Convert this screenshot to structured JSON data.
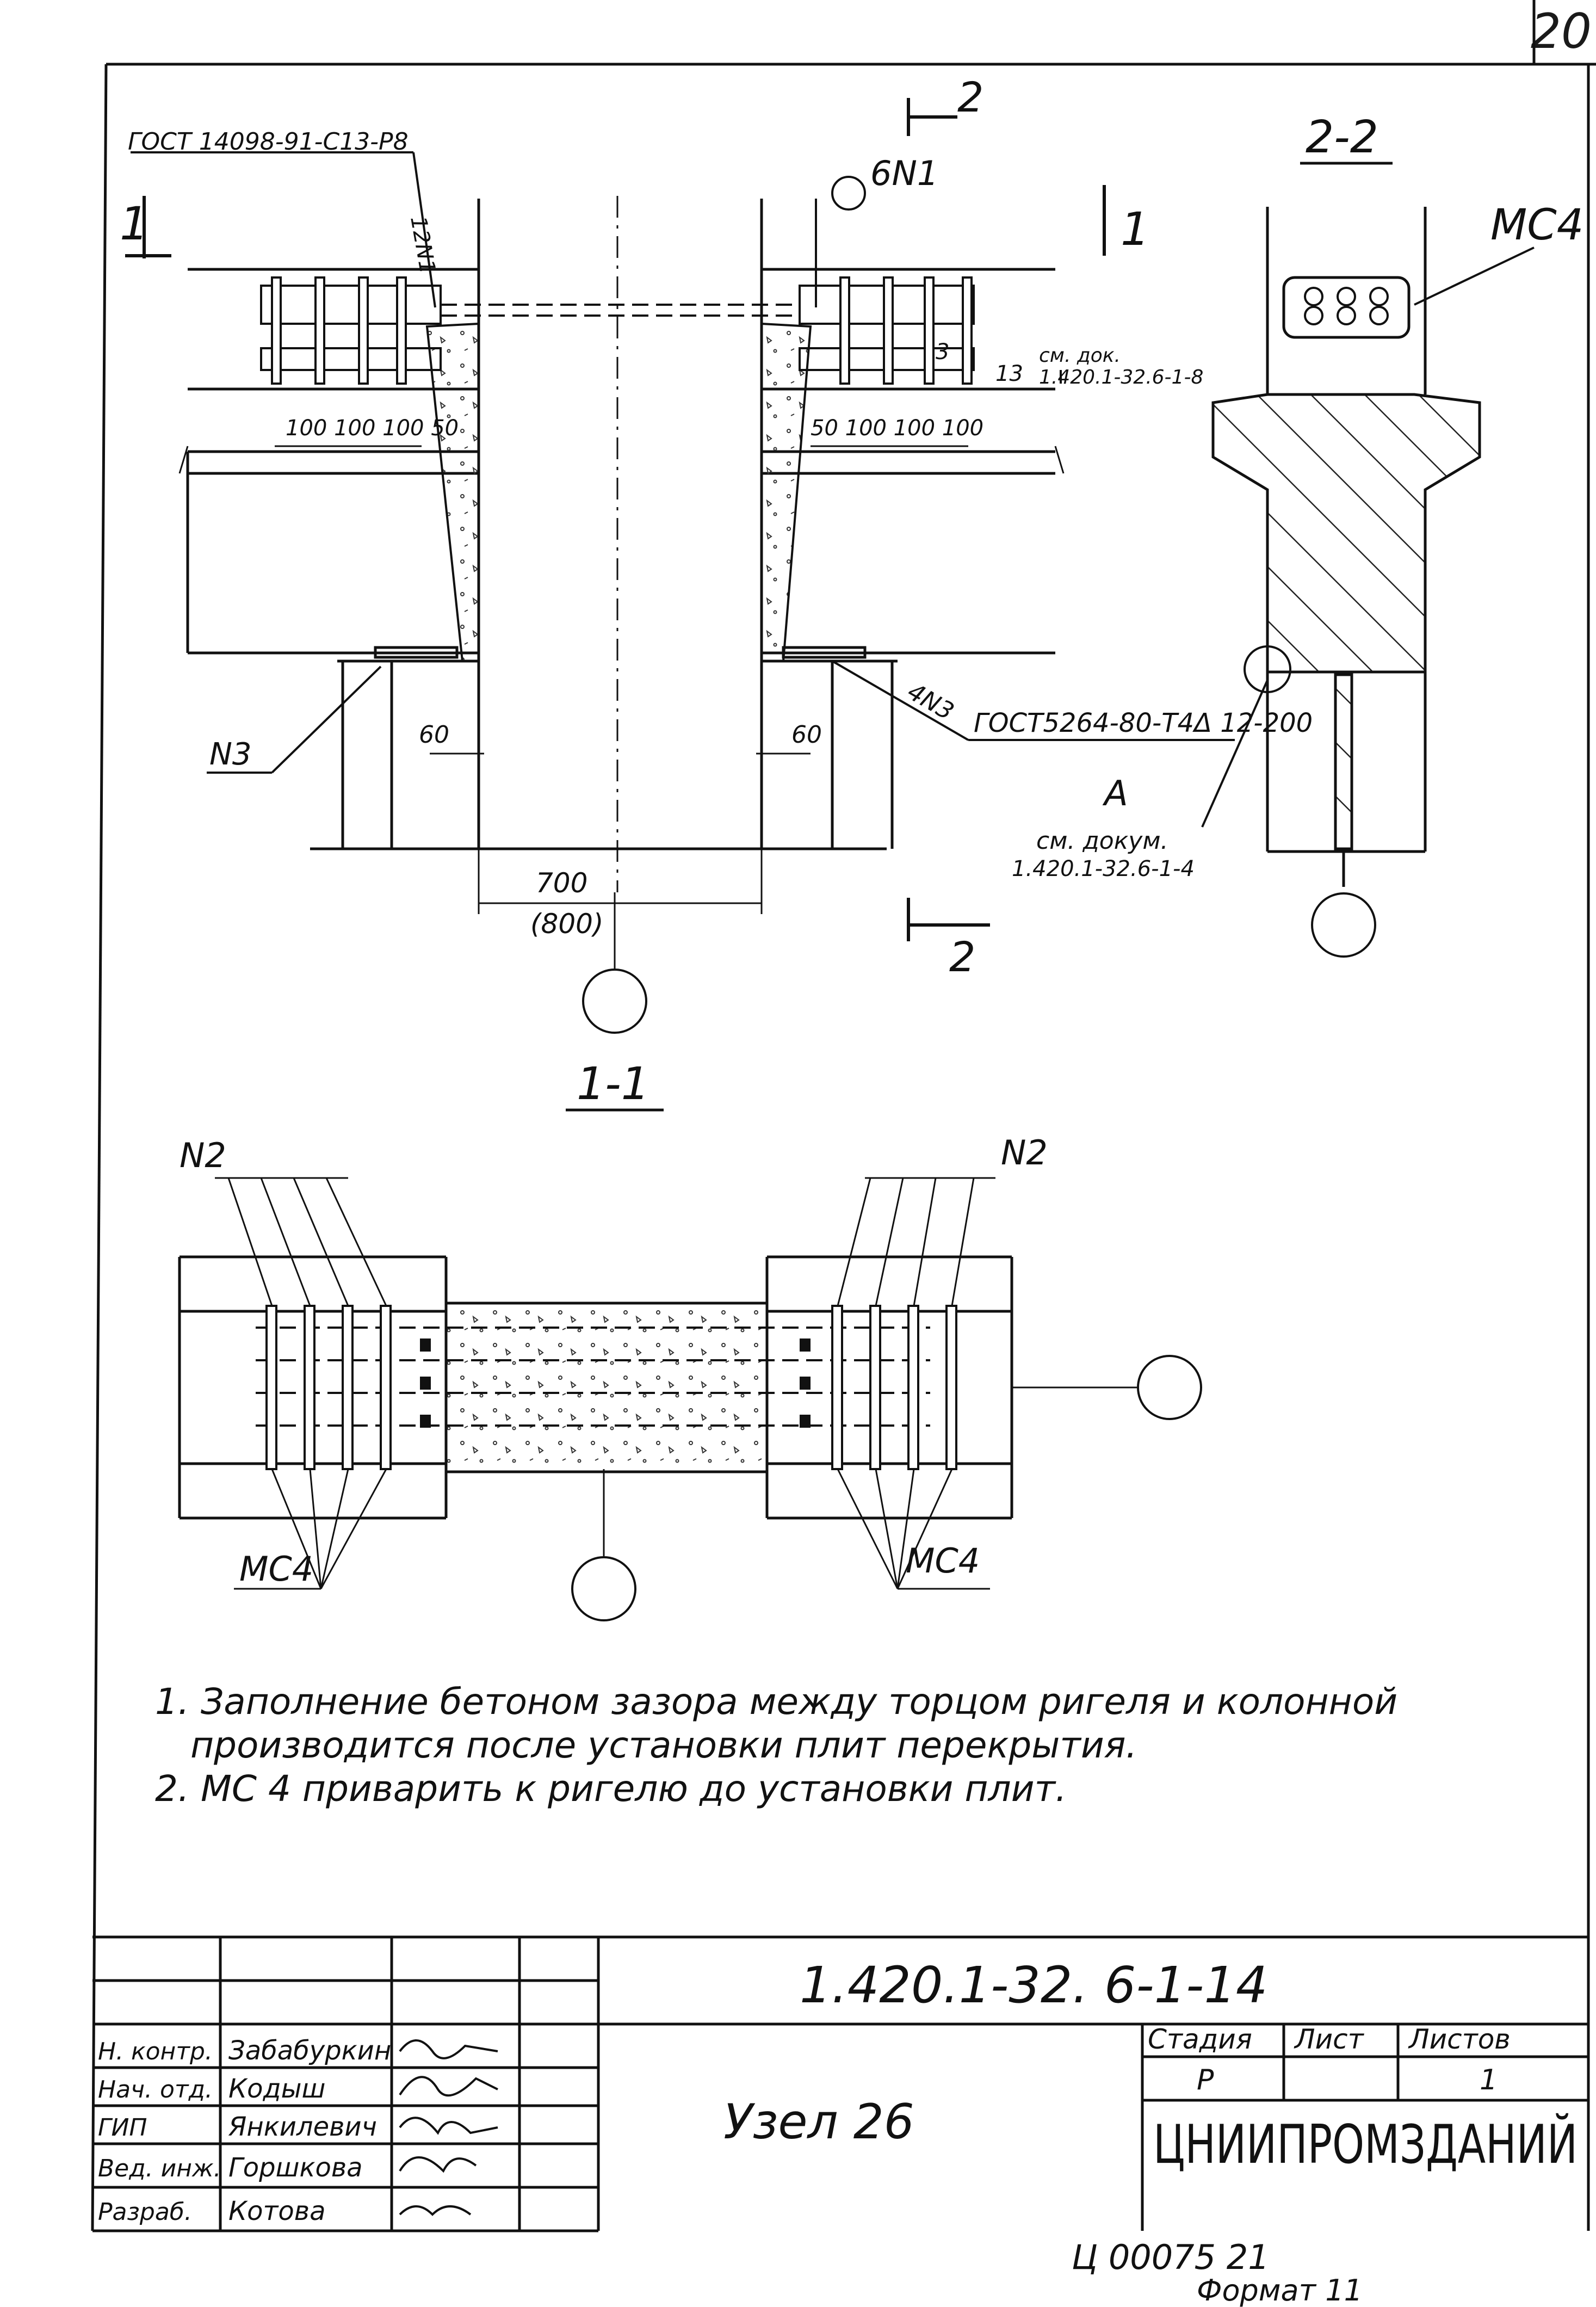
{
  "page_number": "20",
  "callouts": {
    "gost_weld": "ГОСТ 14098-91-С13-Р8",
    "mark_12n1": "12N1",
    "mark_6n1": "6N1",
    "mark_4n3": "4N3",
    "gost_n3": "ГОСТ5264-80-Т4Δ 12-200",
    "n3": "N3",
    "n2_left": "N2",
    "n2_right": "N2",
    "mc4_top": "МС4",
    "mc4_left": "МС4",
    "mc4_right": "МС4",
    "node_a": "А",
    "ref_a_1": "см. докум.",
    "ref_a_2": "1.420.1-32.6-1-4",
    "ref_b_1": "см. док.",
    "ref_b_2": "1.420.1-32.6-1-8",
    "mark_3": "3",
    "mark_13": "13"
  },
  "sections": {
    "cut1_top": "1",
    "cut1_left": "1",
    "cut2_top": "2",
    "cut2_bottom": "2",
    "title_22": "2-2",
    "title_11": "1-1"
  },
  "dimensions": {
    "left_spacing": "100 100 100 50",
    "right_spacing": "50 100 100 100",
    "gap_left": "60",
    "gap_right": "60",
    "width": "700",
    "width_alt": "(800)"
  },
  "notes": [
    "1. Заполнение бетоном зазора между торцом ригеля и колонной",
    "производится после установки плит перекрытия.",
    "2. МС 4 приварить к ригелю до установки плит."
  ],
  "title_block": {
    "doc_code": "1.420.1-32. 6-1-14",
    "node_title": "Узел 26",
    "org": "ЦНИИПРОМЗДАНИЙ",
    "stage_header": "Стадия",
    "sheet_header": "Лист",
    "sheets_header": "Листов",
    "stage_value": "Р",
    "sheets_value": "1",
    "staff": [
      {
        "role": "Н. контр.",
        "name": "Забабуркин"
      },
      {
        "role": "Нач. отд.",
        "name": "Кодыш"
      },
      {
        "role": "ГИП",
        "name": "Янкилевич"
      },
      {
        "role": "Вед. инж.",
        "name": "Горшкова"
      },
      {
        "role": "Разраб.",
        "name": "Котова"
      }
    ]
  },
  "footer": {
    "inventory": "Ц 00075 21",
    "format": "Формат 11"
  }
}
